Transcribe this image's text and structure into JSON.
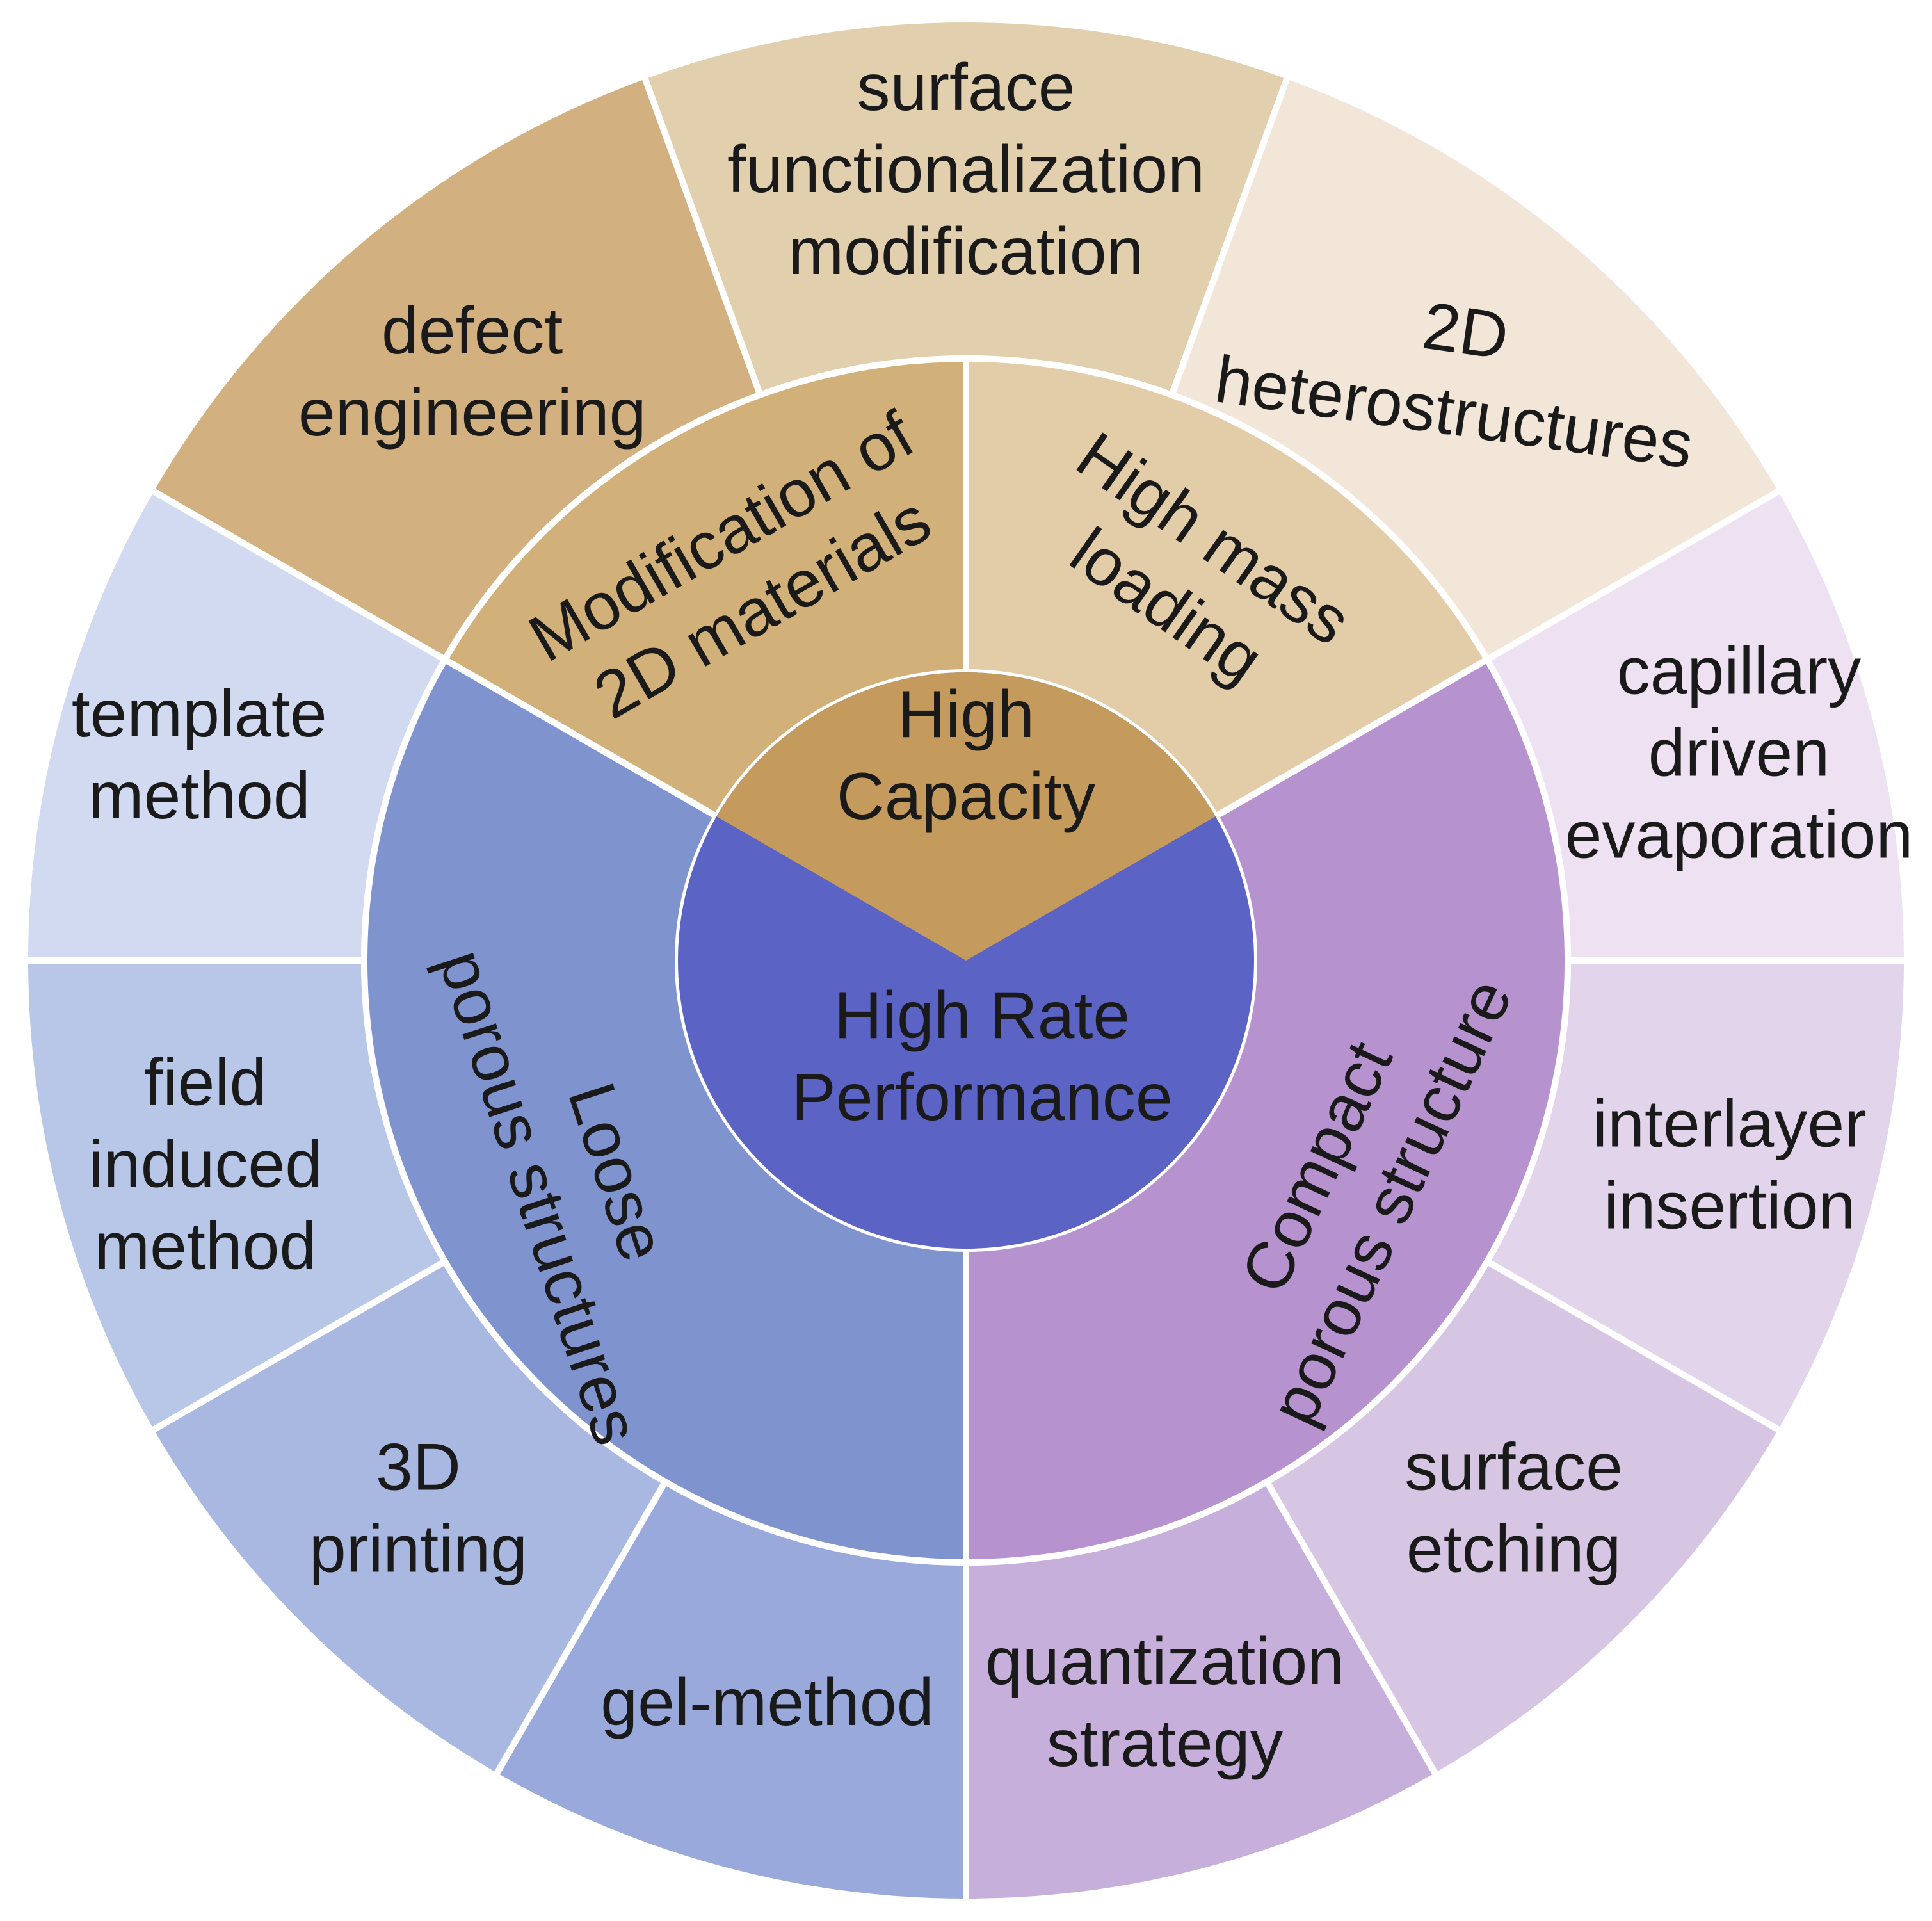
{
  "center": {
    "top": {
      "lines": [
        "High",
        "Capacity"
      ],
      "color": "#c49b5c"
    },
    "bottom": {
      "lines": [
        "High Rate",
        "Performance"
      ],
      "color": "#5b63c5"
    }
  },
  "middle_ring": [
    {
      "id": "modification-2d-materials",
      "lines": [
        "Modification of",
        "2D materials"
      ],
      "color": "#d1b079"
    },
    {
      "id": "high-mass-loading",
      "lines": [
        "High mass",
        "loading"
      ],
      "color": "#e3cda9"
    },
    {
      "id": "compact-porous-structure",
      "lines": [
        "Compact",
        "porous structure"
      ],
      "color": "#b693cf"
    },
    {
      "id": "loose-porous-structures",
      "lines": [
        "Loose",
        "porous structures"
      ],
      "color": "#7f93cf"
    }
  ],
  "outer_ring": [
    {
      "id": "defect-engineering",
      "lines": [
        "defect",
        "engineering"
      ],
      "color": "#d2b080"
    },
    {
      "id": "surface-functionalization-modification",
      "lines": [
        "surface",
        "functionalization",
        "modification"
      ],
      "color": "#e1cfae"
    },
    {
      "id": "2d-heterostructures",
      "lines": [
        "2D",
        "heterostructures"
      ],
      "color": "#f2e6d8"
    },
    {
      "id": "capillary-driven-evaporation",
      "lines": [
        "capillary",
        "driven",
        "evaporation"
      ],
      "color": "#eee1f2"
    },
    {
      "id": "interlayer-insertion",
      "lines": [
        "interlayer",
        "insertion"
      ],
      "color": "#e2d4ea"
    },
    {
      "id": "surface-etching",
      "lines": [
        "surface",
        "etching"
      ],
      "color": "#d7c6e3"
    },
    {
      "id": "quantization-strategy",
      "lines": [
        "quantization",
        "strategy"
      ],
      "color": "#c7afdb"
    },
    {
      "id": "gel-method",
      "lines": [
        "gel-method"
      ],
      "color": "#99a9dc"
    },
    {
      "id": "3d-printing",
      "lines": [
        "3D",
        "printing"
      ],
      "color": "#a9b8e0"
    },
    {
      "id": "field-induced-method",
      "lines": [
        "field",
        "induced",
        "method"
      ],
      "color": "#b8c6e7"
    },
    {
      "id": "template-method",
      "lines": [
        "template",
        "method"
      ],
      "color": "#d1daf0"
    }
  ]
}
